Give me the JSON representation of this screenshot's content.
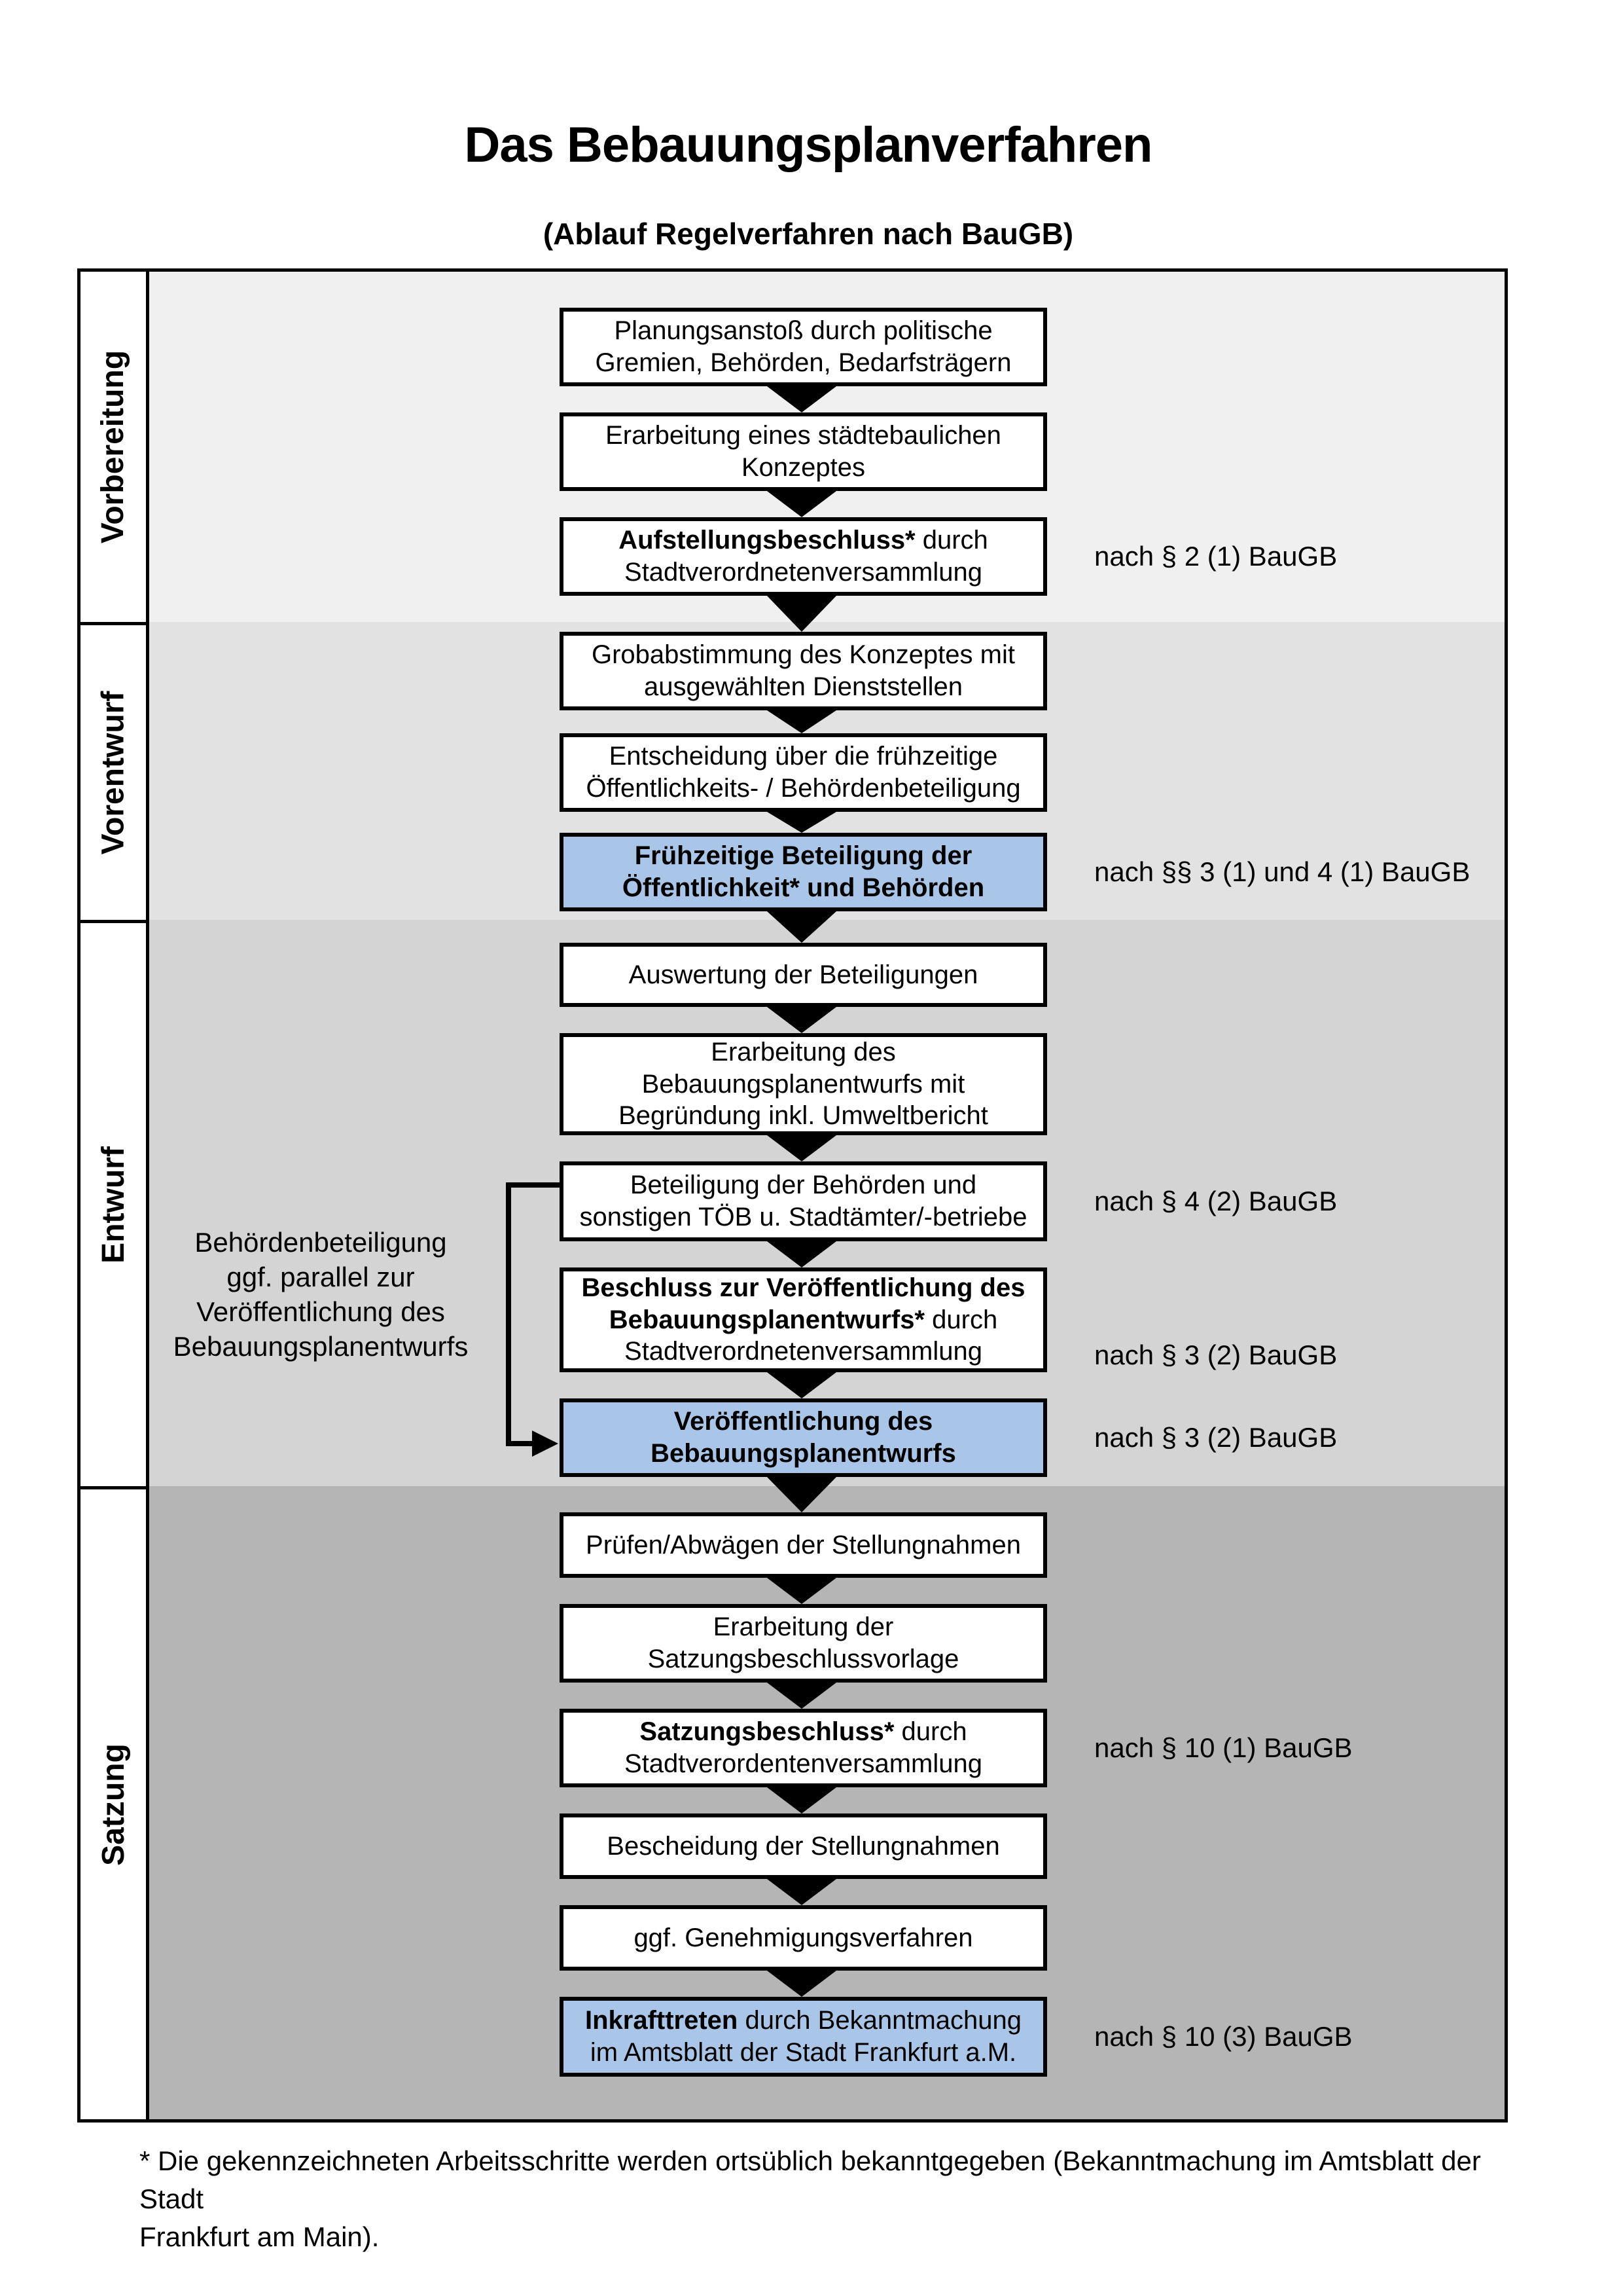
{
  "title": "Das Bebauungsplanverfahren",
  "subtitle": "(Ablauf Regelverfahren nach BauGB)",
  "colors": {
    "highlight_blue": "#a9c6e8",
    "box_white": "#ffffff",
    "border_black": "#000000"
  },
  "phases": [
    {
      "label": "Vorbereitung",
      "bg": "#f0f0f0"
    },
    {
      "label": "Vorentwurf",
      "bg": "#e2e2e2"
    },
    {
      "label": "Entwurf",
      "bg": "#d4d4d4"
    },
    {
      "label": "Satzung",
      "bg": "#b5b5b5"
    }
  ],
  "steps": [
    {
      "name": "planungsanstoss",
      "highlight": false,
      "lines": [
        [
          {
            "t": "Planungsanstoß durch politische",
            "b": false
          }
        ],
        [
          {
            "t": "Gremien, Behörden, Bedarfsträgern",
            "b": false
          }
        ]
      ]
    },
    {
      "name": "konzept-erarbeitung",
      "highlight": false,
      "lines": [
        [
          {
            "t": "Erarbeitung eines städtebaulichen",
            "b": false
          }
        ],
        [
          {
            "t": "Konzeptes",
            "b": false
          }
        ]
      ]
    },
    {
      "name": "aufstellungsbeschluss",
      "highlight": false,
      "lines": [
        [
          {
            "t": "Aufstellungsbeschluss*",
            "b": true
          },
          {
            "t": " durch",
            "b": false
          }
        ],
        [
          {
            "t": "Stadtverordnetenversammlung",
            "b": false
          }
        ]
      ]
    },
    {
      "name": "grobabstimmung",
      "highlight": false,
      "lines": [
        [
          {
            "t": "Grobabstimmung des Konzeptes mit",
            "b": false
          }
        ],
        [
          {
            "t": "ausgewählten Dienststellen",
            "b": false
          }
        ]
      ]
    },
    {
      "name": "entscheidung-fruehzeitige-beteiligung",
      "highlight": false,
      "lines": [
        [
          {
            "t": "Entscheidung über die frühzeitige",
            "b": false
          }
        ],
        [
          {
            "t": "Öffentlichkeits- / Behördenbeteiligung",
            "b": false
          }
        ]
      ]
    },
    {
      "name": "fruehzeitige-beteiligung",
      "highlight": true,
      "lines": [
        [
          {
            "t": "Frühzeitige Beteiligung der",
            "b": true
          }
        ],
        [
          {
            "t": "Öffentlichkeit* und Behörden",
            "b": true
          }
        ]
      ]
    },
    {
      "name": "auswertung-beteiligungen",
      "highlight": false,
      "lines": [
        [
          {
            "t": "Auswertung der Beteiligungen",
            "b": false
          }
        ]
      ]
    },
    {
      "name": "entwurf-erarbeitung",
      "highlight": false,
      "lines": [
        [
          {
            "t": "Erarbeitung des",
            "b": false
          }
        ],
        [
          {
            "t": "Bebauungsplanentwurfs mit",
            "b": false
          }
        ],
        [
          {
            "t": "Begründung inkl. Umweltbericht",
            "b": false
          }
        ]
      ]
    },
    {
      "name": "behoerden-beteiligung",
      "highlight": false,
      "lines": [
        [
          {
            "t": "Beteiligung der Behörden und",
            "b": false
          }
        ],
        [
          {
            "t": "sonstigen TÖB u. Stadtämter/-betriebe",
            "b": false
          }
        ]
      ]
    },
    {
      "name": "veroeffentlichungs-beschluss",
      "highlight": false,
      "lines": [
        [
          {
            "t": "Beschluss zur Veröffentlichung des",
            "b": true
          }
        ],
        [
          {
            "t": "Bebauungsplanentwurfs*",
            "b": true
          },
          {
            "t": " durch",
            "b": false
          }
        ],
        [
          {
            "t": "Stadtverordnetenversammlung",
            "b": false
          }
        ]
      ]
    },
    {
      "name": "veroeffentlichung",
      "highlight": true,
      "lines": [
        [
          {
            "t": "Veröffentlichung des",
            "b": true
          }
        ],
        [
          {
            "t": "Bebauungsplanentwurfs",
            "b": true
          }
        ]
      ]
    },
    {
      "name": "pruefen-abwaegen",
      "highlight": false,
      "lines": [
        [
          {
            "t": "Prüfen/Abwägen der Stellungnahmen",
            "b": false
          }
        ]
      ]
    },
    {
      "name": "satzungsbeschlussvorlage",
      "highlight": false,
      "lines": [
        [
          {
            "t": "Erarbeitung der",
            "b": false
          }
        ],
        [
          {
            "t": "Satzungsbeschlussvorlage",
            "b": false
          }
        ]
      ]
    },
    {
      "name": "satzungsbeschluss",
      "highlight": false,
      "lines": [
        [
          {
            "t": "Satzungsbeschluss*",
            "b": true
          },
          {
            "t": " durch",
            "b": false
          }
        ],
        [
          {
            "t": "Stadtverordentenversammlung",
            "b": false
          }
        ]
      ]
    },
    {
      "name": "bescheidung-stellungnahmen",
      "highlight": false,
      "lines": [
        [
          {
            "t": "Bescheidung der Stellungnahmen",
            "b": false
          }
        ]
      ]
    },
    {
      "name": "genehmigungsverfahren",
      "highlight": false,
      "lines": [
        [
          {
            "t": "ggf. Genehmigungsverfahren",
            "b": false
          }
        ]
      ]
    },
    {
      "name": "inkrafttreten",
      "highlight": true,
      "lines": [
        [
          {
            "t": "Inkrafttreten",
            "b": true
          },
          {
            "t": " durch Bekanntmachung",
            "b": false
          }
        ],
        [
          {
            "t": "im Amtsblatt der Stadt Frankfurt a.M.",
            "b": false
          }
        ]
      ]
    }
  ],
  "legal_notes": [
    {
      "text": "nach § 2 (1) BauGB"
    },
    {
      "text": "nach §§ 3 (1) und 4 (1) BauGB"
    },
    {
      "text": "nach § 4 (2) BauGB"
    },
    {
      "text": "nach § 3 (2) BauGB"
    },
    {
      "text": "nach § 3 (2) BauGB"
    },
    {
      "text": "nach § 10 (1) BauGB"
    },
    {
      "text": "nach § 10 (3) BauGB"
    }
  ],
  "side_note": {
    "lines": [
      "Behördenbeteiligung",
      "ggf. parallel zur",
      "Veröffentlichung des",
      "Bebauungsplanentwurfs"
    ]
  },
  "footnote": {
    "lines": [
      "* Die gekennzeichneten Arbeitsschritte werden ortsüblich bekanntgegeben (Bekanntmachung im Amtsblatt  der Stadt",
      "Frankfurt am Main)."
    ]
  }
}
